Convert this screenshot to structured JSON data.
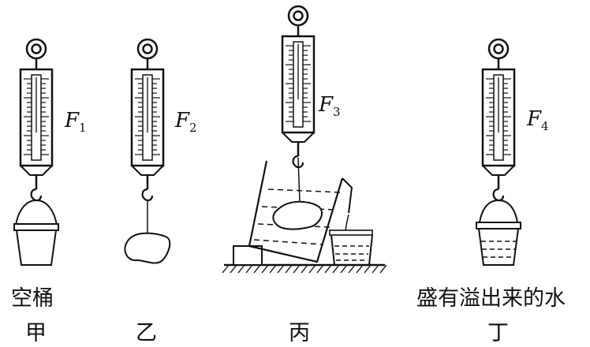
{
  "force_labels": [
    {
      "sym": "F",
      "sub": "1"
    },
    {
      "sym": "F",
      "sub": "2"
    },
    {
      "sym": "F",
      "sub": "3"
    },
    {
      "sym": "F",
      "sub": "4"
    }
  ],
  "captions": {
    "jia": "空桶",
    "ding": "盛有溢出来的水"
  },
  "figure_letters": [
    "甲",
    "乙",
    "丙",
    "丁"
  ]
}
